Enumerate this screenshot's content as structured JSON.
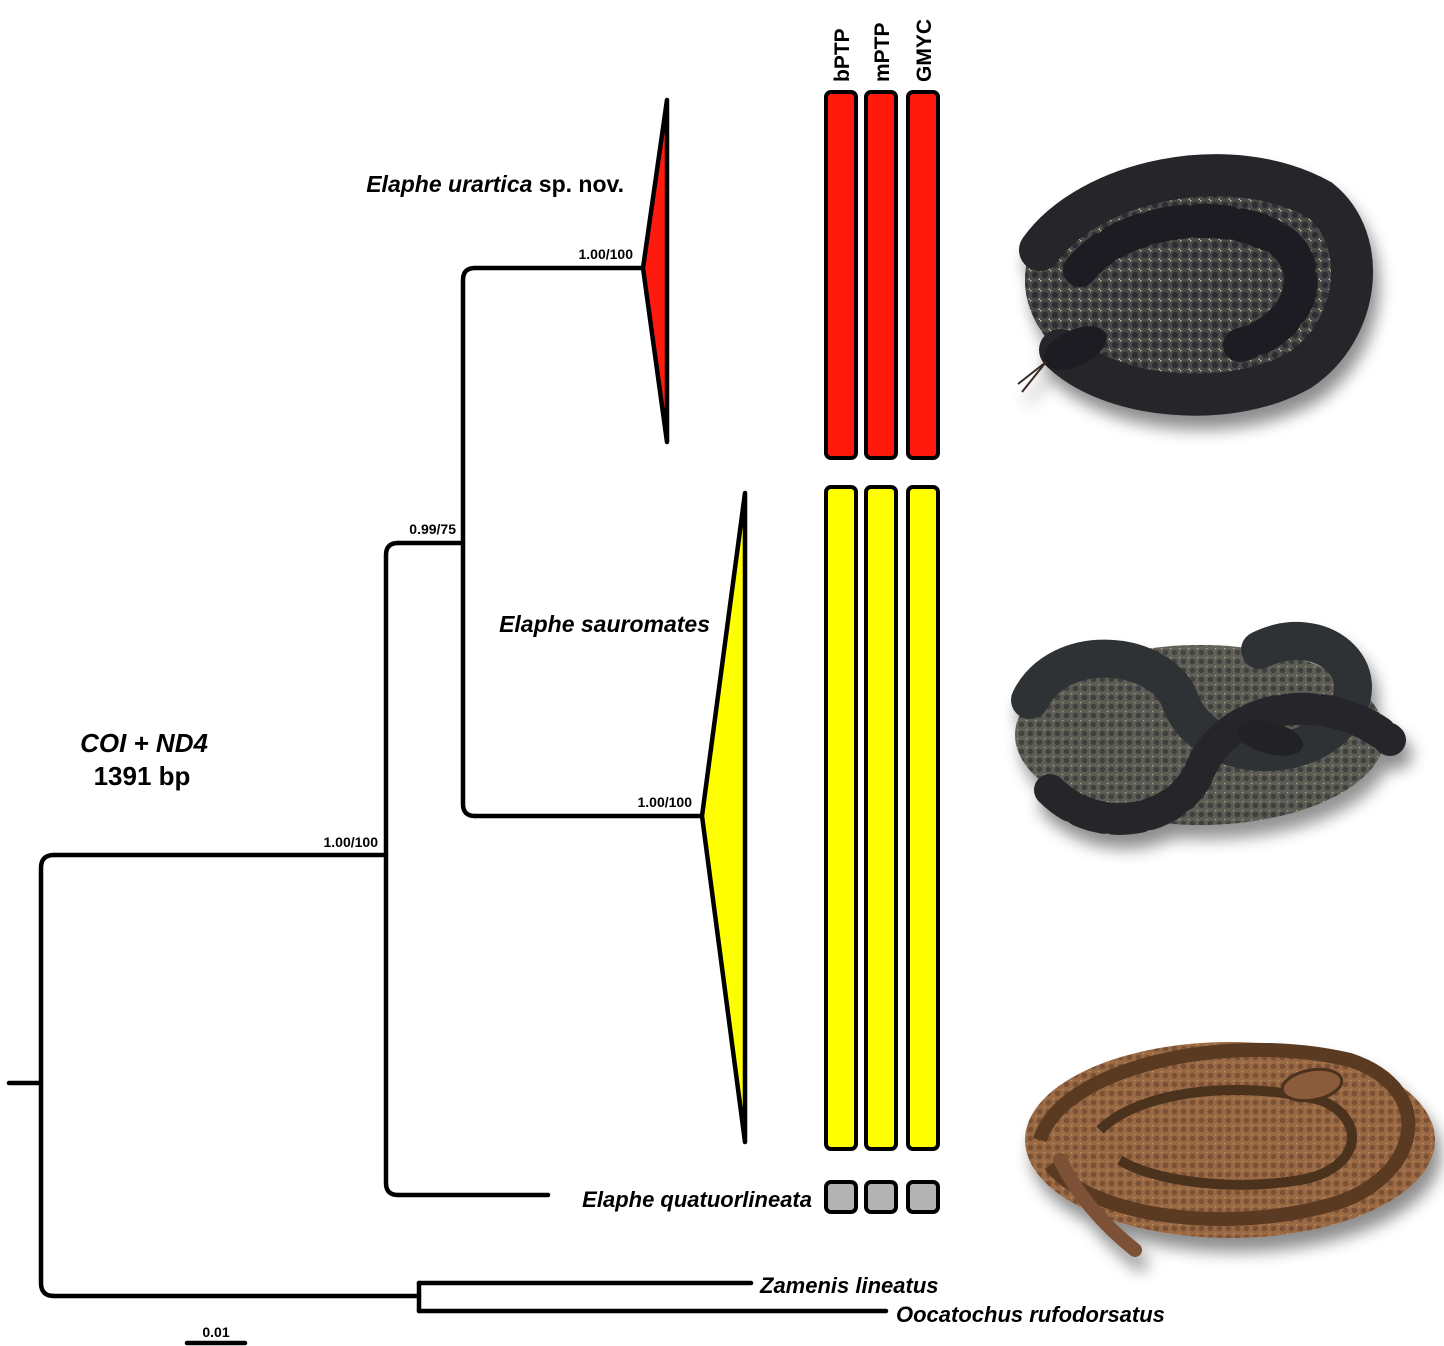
{
  "tree": {
    "marker_title": "COI + ND4",
    "length_label": "1391 bp",
    "scale_label": "0.01",
    "support_values": {
      "root_ingroup": "1.00/100",
      "sauromates_urartica": "0.99/75",
      "urartica": "1.00/100",
      "sauromates": "1.00/100"
    },
    "taxa": {
      "urartica_name": "Elaphe urartica",
      "urartica_suffix": " sp. nov.",
      "sauromates": "Elaphe sauromates",
      "quatuorlineata": "Elaphe quatuorlineata",
      "zamenis": "Zamenis lineatus",
      "oocatochus": "Oocatochus rufodorsatus"
    }
  },
  "delimitation": {
    "methods": [
      "bPTP",
      "mPTP",
      "GMYC"
    ],
    "colors": {
      "urartica": "#ff1a0d",
      "sauromates": "#ffff00",
      "quatuorlineata": "#b3b3b3"
    }
  },
  "photos": [
    {
      "name": "elaphe-urartica-photo",
      "icon": "coiled-dark-blotched-snake"
    },
    {
      "name": "elaphe-sauromates-photo",
      "icon": "coiled-dark-snake"
    },
    {
      "name": "elaphe-quatuorlineata-photo",
      "icon": "coiled-striped-brown-snake"
    }
  ]
}
